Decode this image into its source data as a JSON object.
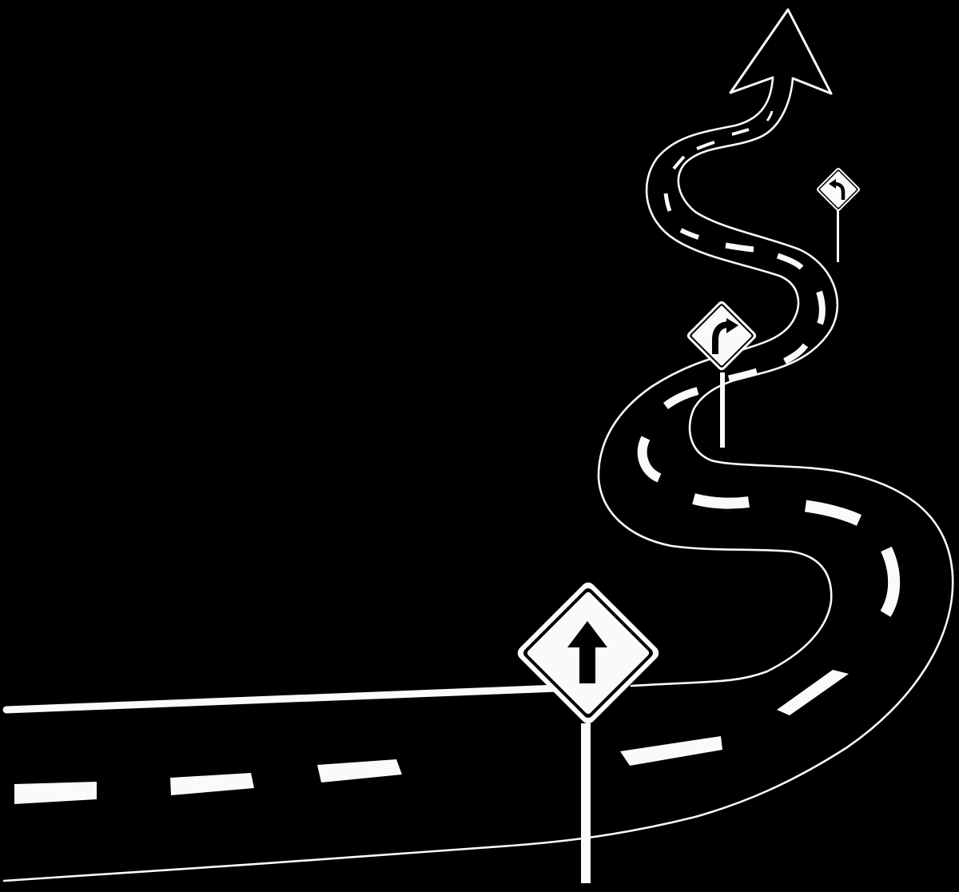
{
  "scene": {
    "title": "Winding road with traffic signs leading to an upward arrow",
    "background": "#000000",
    "foreground": "#fafafa"
  },
  "road": {
    "description": "Road from lower-left curving into a serpentine path that ends in a large outlined arrow pointing up",
    "lane_marking": "dashed center line"
  },
  "signs": [
    {
      "id": "sign-straight",
      "label": "Straight ahead sign",
      "glyph": "arrow-up-icon"
    },
    {
      "id": "sign-right-curve",
      "label": "Right curve sign",
      "glyph": "curve-right-icon"
    },
    {
      "id": "sign-left-curve",
      "label": "Left curve sign",
      "glyph": "curve-left-icon"
    }
  ],
  "destination": {
    "label": "Upward arrow",
    "glyph": "arrow-up-outline-icon"
  }
}
